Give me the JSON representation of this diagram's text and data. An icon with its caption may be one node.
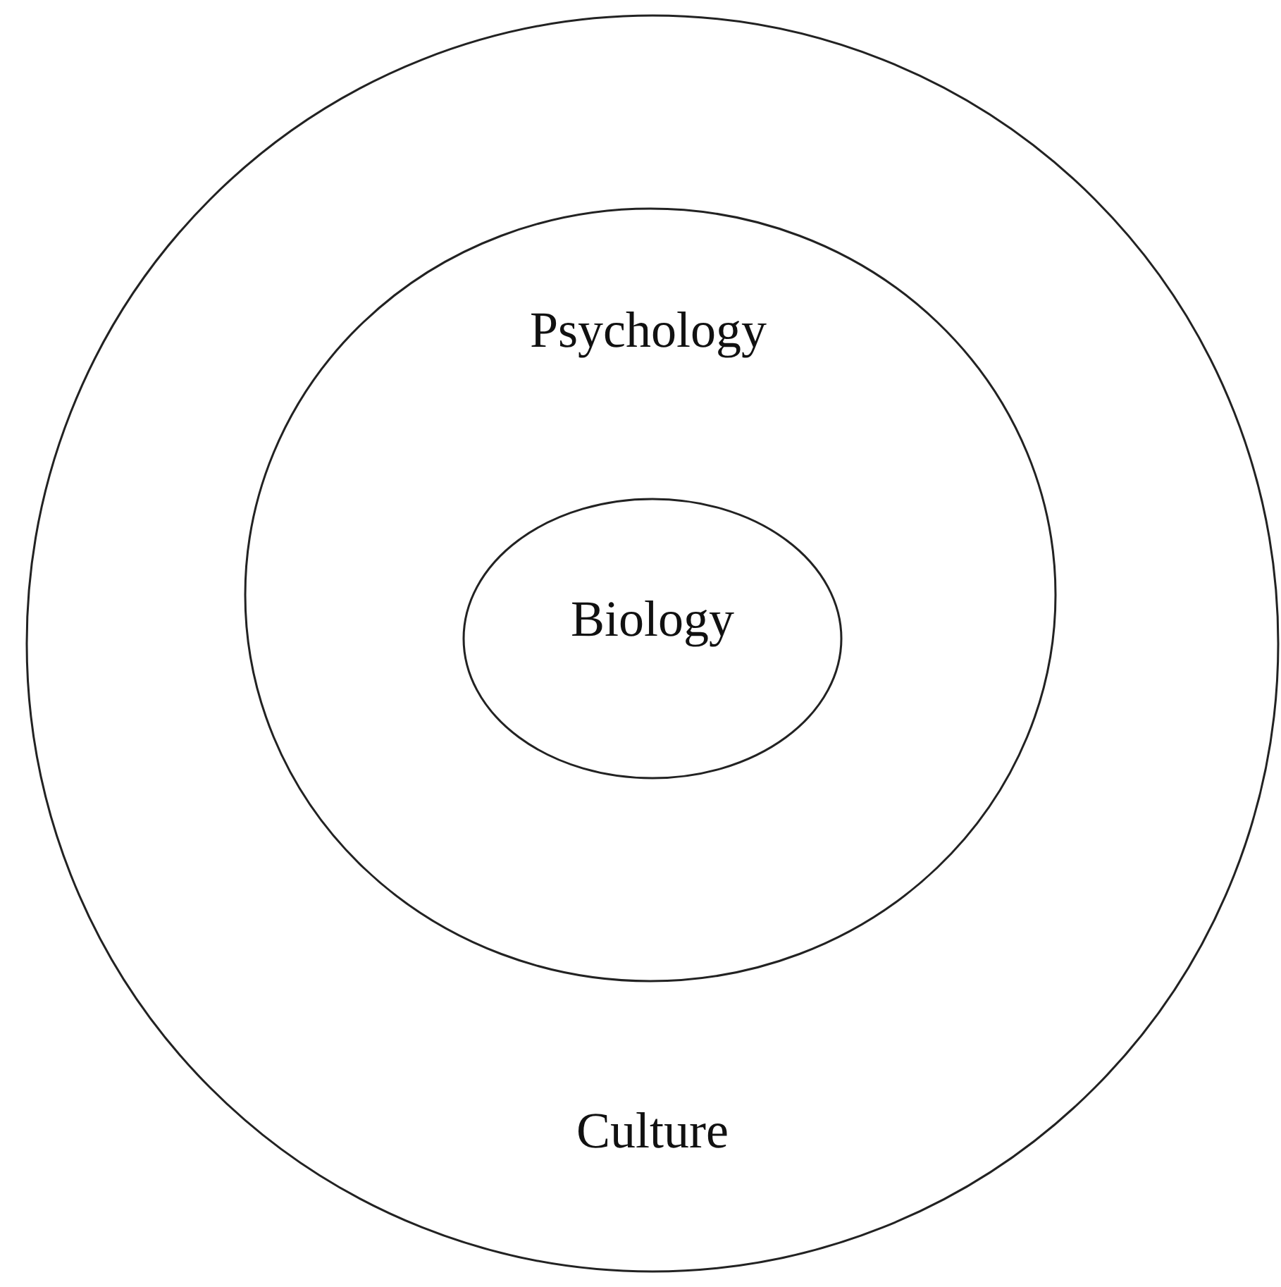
{
  "diagram": {
    "nodes": [
      {
        "text": [
          "Culture"
        ]
      },
      {
        "text": [
          "Psychology"
        ],
        "in": 0
      },
      {
        "text": [
          "Biology"
        ],
        "in": 1
      }
    ]
  }
}
